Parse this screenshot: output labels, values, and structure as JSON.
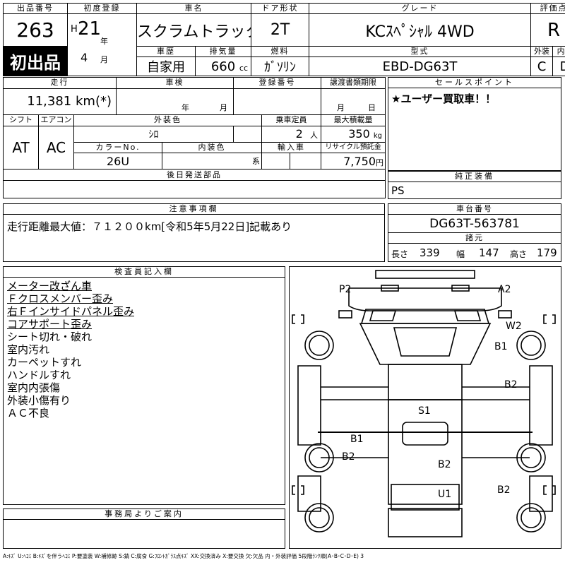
{
  "header": {
    "lot_no_label": "出品番号",
    "lot_no": "263",
    "first_listing": "初出品",
    "reg_label": "初度登録",
    "era": "H",
    "year": "21",
    "year_unit": "年",
    "month": "4",
    "month_unit": "月",
    "name_label": "車名",
    "car_name": "スクラムトラック",
    "door_label": "ドア形状",
    "door": "2T",
    "grade_label": "グレード",
    "grade": "KCｽﾍﾟｼｬﾙ 4WD",
    "score_label": "評価点",
    "score": "R",
    "history_label": "車歴",
    "history": "自家用",
    "displacement_label": "排気量",
    "displacement": "660",
    "displacement_unit": "cc",
    "fuel_label": "燃料",
    "fuel": "ｶﾞｿﾘﾝ",
    "model_label": "型式",
    "model": "EBD-DG63T",
    "exterior_label": "外装",
    "exterior": "C",
    "interior_label": "内装",
    "interior": "D"
  },
  "spec": {
    "mileage_label": "走行",
    "mileage": "11,381 km(*)",
    "inspection_label": "車検",
    "inspection_year_unit": "年",
    "inspection_month_unit": "月",
    "plate_label": "登録番号",
    "transfer_label": "譲渡書類期限",
    "transfer_month_unit": "月",
    "transfer_day_unit": "日",
    "shift_label": "シフト",
    "shift": "AT",
    "ac_label": "エアコン",
    "ac": "AC",
    "color_label": "外装色",
    "color": "ｼﾛ",
    "capacity_label": "乗車定員",
    "capacity": "2",
    "capacity_unit": "人",
    "load_label": "最大積載量",
    "load": "350",
    "load_unit": "kg",
    "color_no_label": "カラーNo.",
    "color_no": "26U",
    "interior_color_label": "内装色",
    "interior_color_suffix": "系",
    "import_label": "輸入車",
    "recycle_label": "リサイクル預託金",
    "recycle": "7,750",
    "recycle_unit": "円",
    "later_parts_label": "後日発送部品"
  },
  "sales_point": {
    "label": "セールスポイント",
    "text": "★ユーザー買取車！！"
  },
  "equipment": {
    "label": "純正装備",
    "text": "PS"
  },
  "notes": {
    "label": "注意事項欄",
    "text": "走行距離最大値：７１２００km[令和5年5月22日]記載あり"
  },
  "chassis": {
    "label": "車台番号",
    "number": "DG63T-563781",
    "dims_label": "諸元",
    "length_label": "長さ",
    "length": "339",
    "width_label": "幅",
    "width": "147",
    "height_label": "高さ",
    "height": "179"
  },
  "inspector": {
    "label": "検査員記入欄",
    "items": [
      "メーター改ざん車",
      "Ｆクロスメンバー歪み",
      "右Ｆインサイドパネル歪み",
      "コアサポート歪み",
      "シート切れ・破れ",
      "室内汚れ",
      "カーペットすれ",
      "ハンドルすれ",
      "室内内張傷",
      "外装小傷有り",
      "ＡＣ不良"
    ]
  },
  "office": {
    "label": "事務局よりご案内"
  },
  "diagram": {
    "marks": {
      "p2": "P2",
      "a2": "A2",
      "w2": "W2",
      "b1_right": "B1",
      "b2_right_front": "B2",
      "s1": "S1",
      "b1_center": "B1",
      "b2_left": "B2",
      "b2_bed": "B2",
      "u1": "U1",
      "b2_right_rear": "B2"
    }
  },
  "legend": "A:ｷｽﾞ U:ﾍｺﾐ B:ｷｽﾞを伴うﾍｺﾐ P:要塗装 W:補修跡 S:錆 C:腐食 G:ﾌﾛﾝﾄｶﾞﾗｽ点ｷｽﾞ XX:交換済み X:要交換 欠:欠品 内・外装評価 5段階ﾗﾝｸ順(A･B･C･D･E) 3"
}
